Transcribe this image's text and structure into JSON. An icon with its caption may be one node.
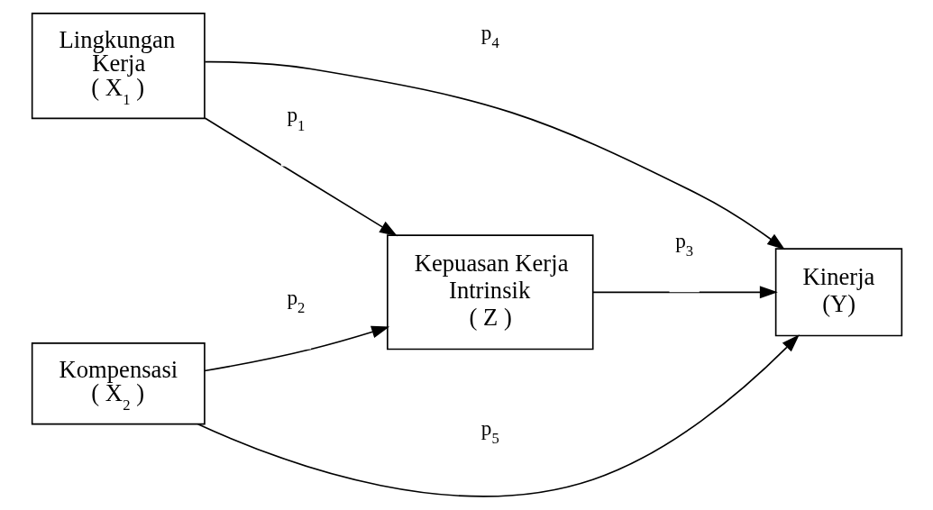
{
  "diagram": {
    "nodes": [
      {
        "text": [
          "Lingkungan Kerja ( X$_{1}$ )"
        ]
      },
      {
        "text": [
          "Kompensasi ( X$_{2}$ )"
        ]
      },
      {
        "text": [
          "Kepuasan Kerja Intrinsik ( Z )"
        ]
      },
      {
        "text": [
          "Kinerja (Y)"
        ]
      }
    ],
    "edges": [
      {
        "from": 0,
        "to": 2,
        "arrow": "to",
        "label": "p$_{1}$"
      },
      {
        "from": 1,
        "to": 2,
        "arrow": "to",
        "label": "p$_{2}$"
      },
      {
        "from": 2,
        "to": 3,
        "arrow": "to",
        "label": "p$_{3}$"
      },
      {
        "from": 0,
        "to": 3,
        "arrow": "to",
        "label": "p$_{4}$"
      },
      {
        "from": 1,
        "to": 3,
        "arrow": "to",
        "label": "p$_{5}$"
      }
    ]
  }
}
